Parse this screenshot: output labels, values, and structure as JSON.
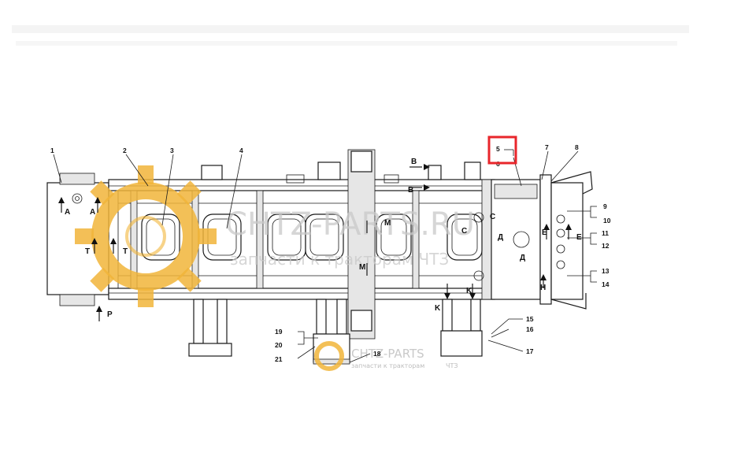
{
  "watermark": {
    "brand": "CHTZ-PARTS.RU",
    "tagline": "запчасти к тракторам ЧТЗ",
    "brand_small": "CHTZ-PARTS",
    "tagline_small": "запчасти к тракторам",
    "tagline_small_suffix": "ЧТЗ"
  },
  "callouts": {
    "n1": "1",
    "n2": "2",
    "n3": "3",
    "n4": "4",
    "n5": "5",
    "n6": "6",
    "n7": "7",
    "n8": "8",
    "n9": "9",
    "n10": "10",
    "n11": "11",
    "n12": "12",
    "n13": "13",
    "n14": "14",
    "n15": "15",
    "n16": "16",
    "n17": "17",
    "n18": "18",
    "n19": "19",
    "n20": "20",
    "n21": "21"
  },
  "section_letters": {
    "A": "A",
    "T": "T",
    "P": "P",
    "B": "B",
    "C": "C",
    "M": "M",
    "K": "K",
    "D": "Д",
    "E": "E",
    "H": "H"
  },
  "highlight": {
    "target": "5",
    "color": "#e8262b"
  },
  "colors": {
    "gear": "#f1b53a",
    "watermark": "#c9c9c9",
    "line": "#1a1a1a"
  }
}
